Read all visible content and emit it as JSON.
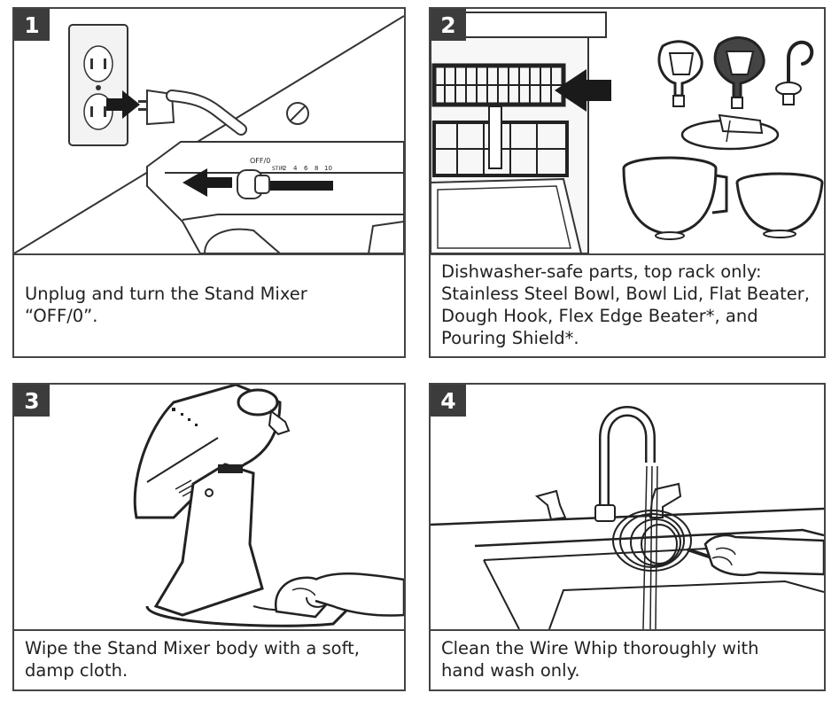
{
  "steps": [
    {
      "number": "1",
      "caption": "Unplug and turn the Stand Mixer\n“OFF/0”.",
      "dial_labels": {
        "off": "OFF/0",
        "stir": "STIR",
        "speeds": [
          "2",
          "4",
          "6",
          "8",
          "10"
        ]
      }
    },
    {
      "number": "2",
      "caption": "Dishwasher-safe parts, top rack only:\nStainless Steel Bowl, Bowl Lid, Flat Beater,\nDough Hook, Flex Edge Beater*, and\nPouring Shield*."
    },
    {
      "number": "3",
      "caption": "Wipe the Stand Mixer body with a soft,\ndamp cloth."
    },
    {
      "number": "4",
      "caption": "Clean the Wire Whip thoroughly with\nhand wash only."
    }
  ],
  "colors": {
    "border": "#444444",
    "badge": "#3c3c3c",
    "badge_text": "#ffffff",
    "arrow": "#1a1a1a"
  }
}
